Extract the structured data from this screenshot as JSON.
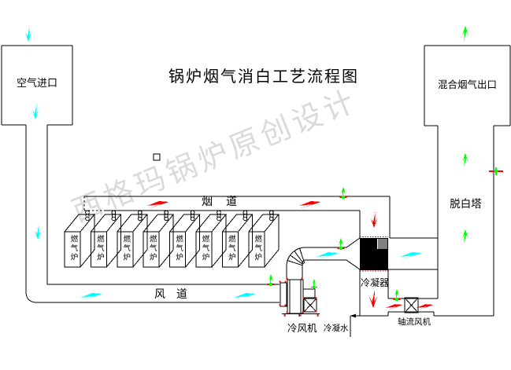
{
  "title": "锅炉烟气消白工艺流程图",
  "watermark": "西格玛锅炉原创设计",
  "equipment": {
    "air_inlet": "空气进口",
    "mixed_gas_outlet": "混合烟气出口",
    "whitening_tower": "脱白塔",
    "flue_duct": "烟道",
    "air_duct": "风道",
    "condenser": "冷凝器",
    "cold_air_fan": "冷风机",
    "condensate_water": "冷凝水",
    "axial_flow_fan": "轴流风机"
  },
  "boilers": {
    "count": 8,
    "label": "燃气炉"
  },
  "colors": {
    "line": "#000000",
    "air_flow": "#00ffff",
    "flue_gas_flow": "#ff0000",
    "mixed_gas_flow": "#00ff00",
    "watermark": "#dadada",
    "background": "#ffffff"
  }
}
